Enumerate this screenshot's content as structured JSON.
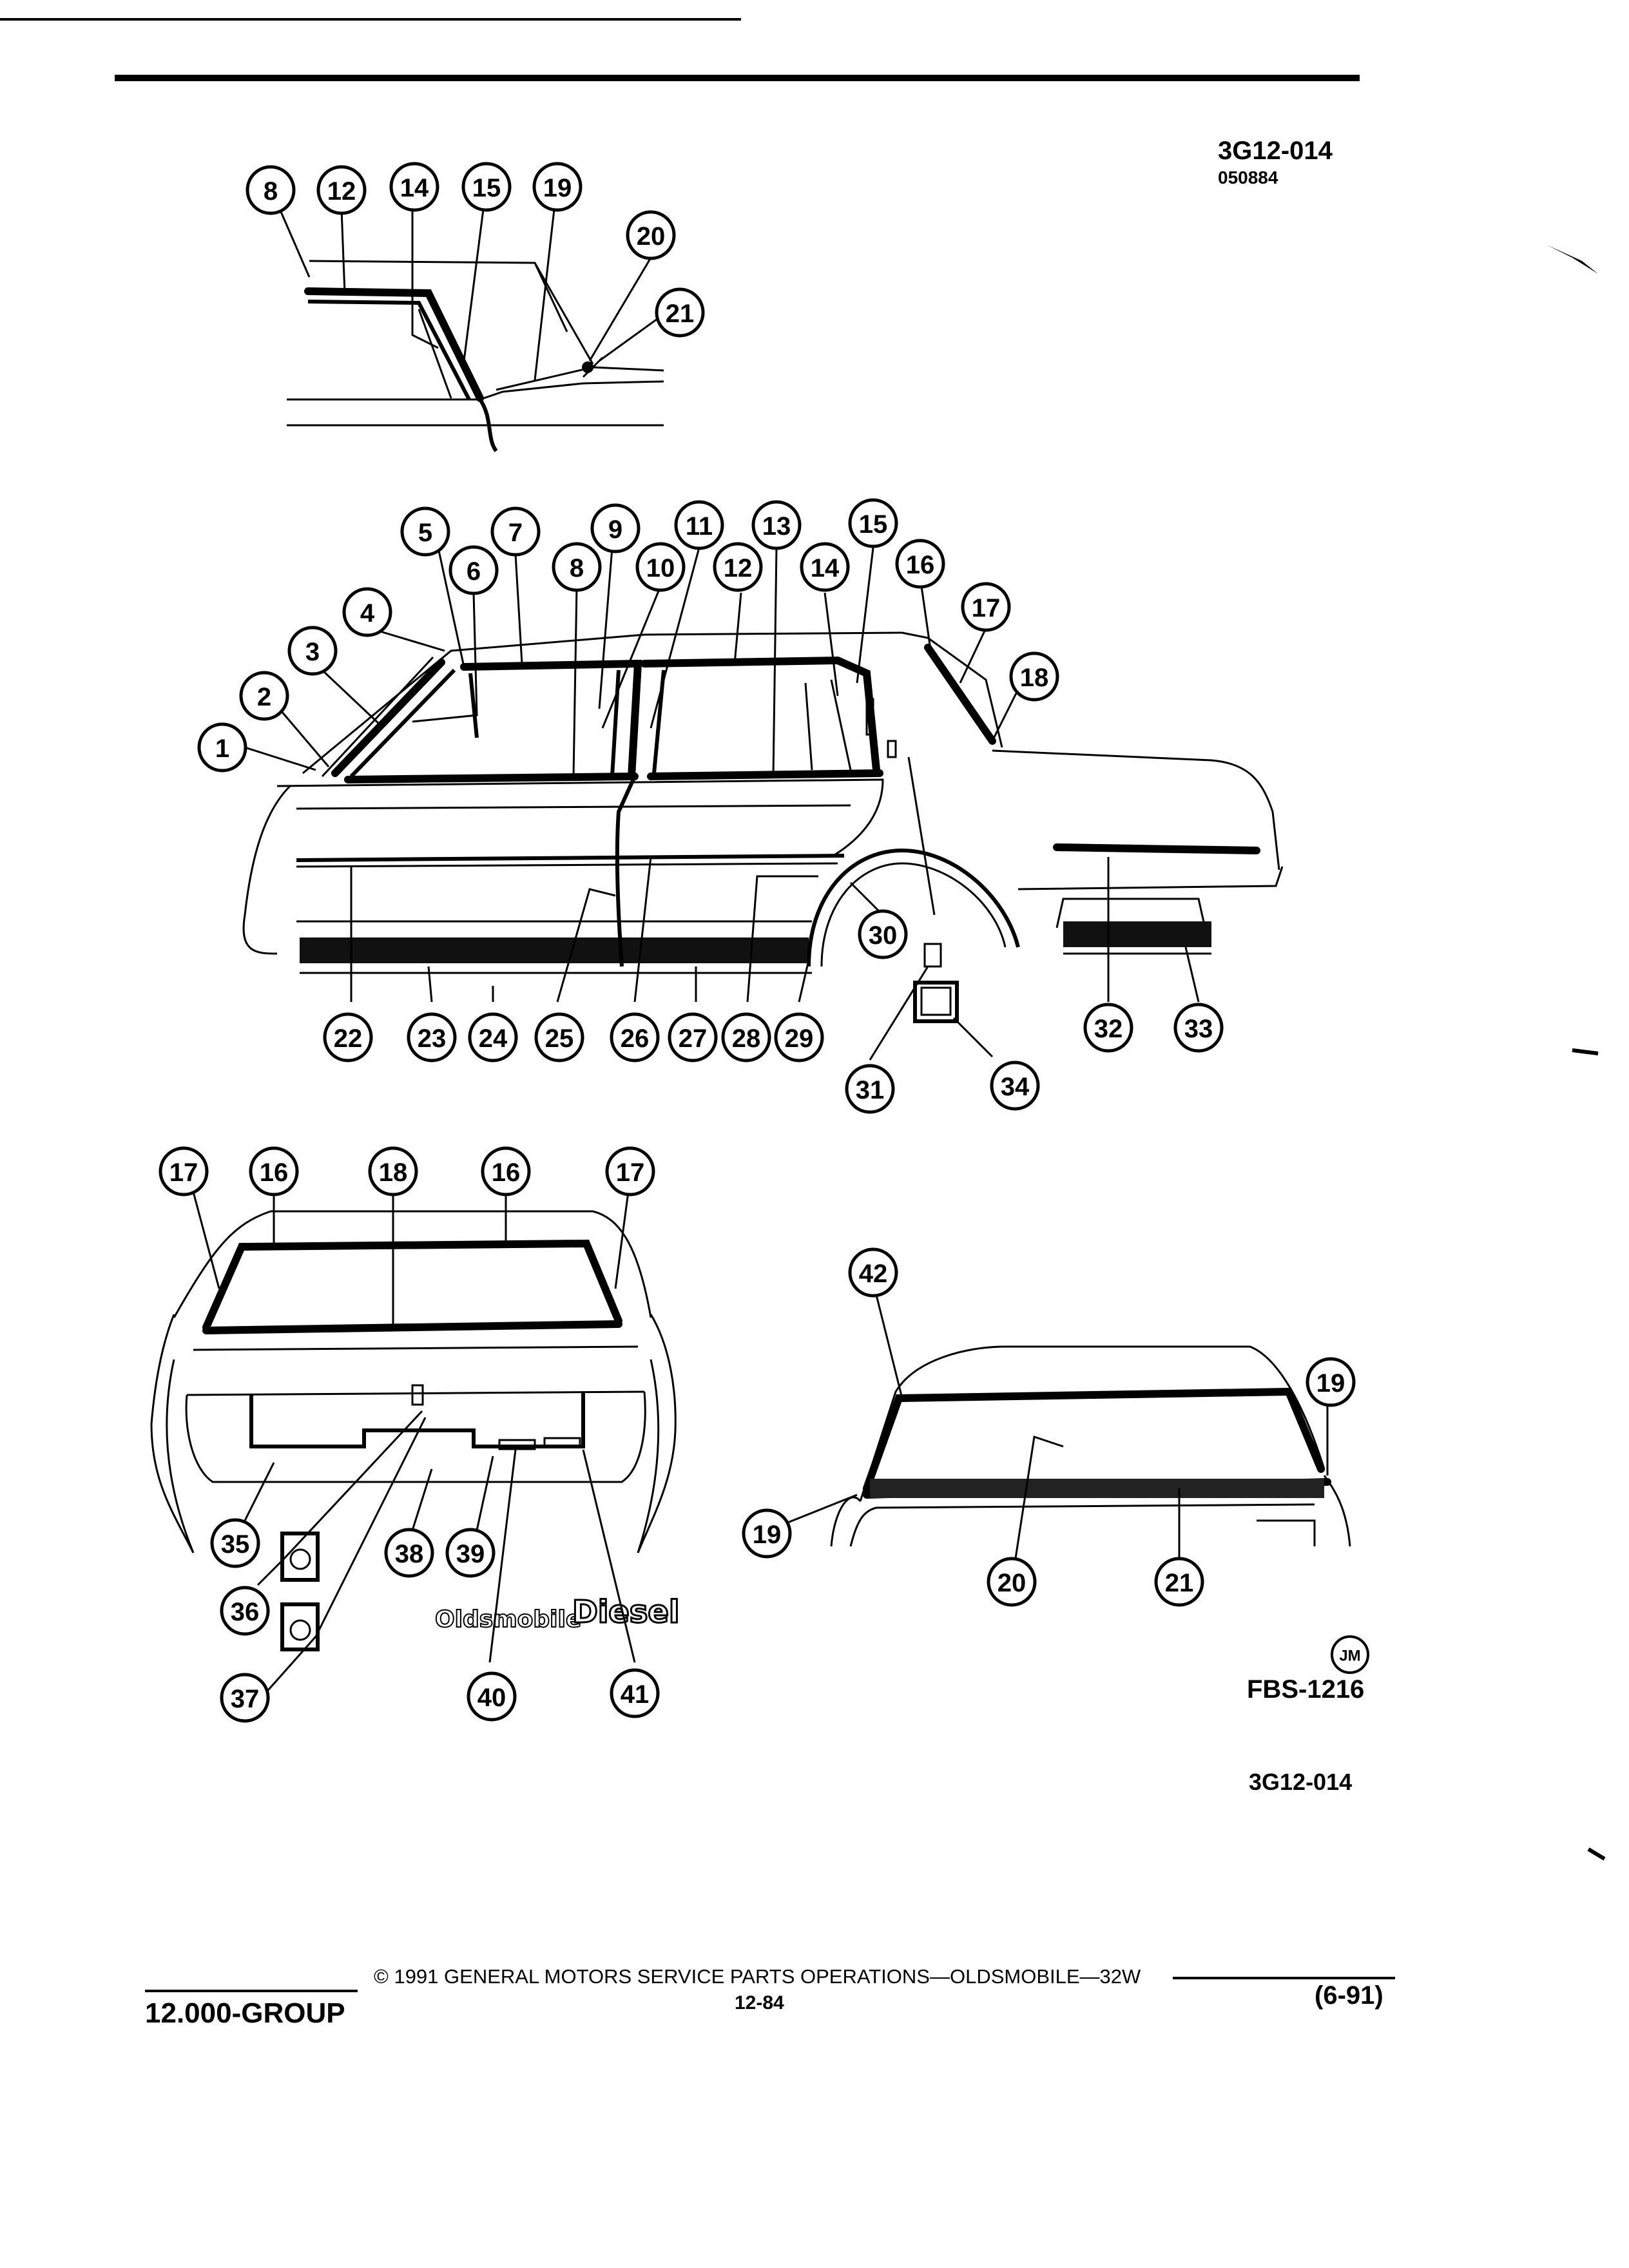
{
  "header": {
    "doc_code": "3G12-014",
    "doc_date": "050884"
  },
  "figure": {
    "fbs_code": "FBS-1216",
    "jm_mark": "JM",
    "figure_code": "3G12-014",
    "badges": {
      "oldsmobile": "Oldsmobile",
      "diesel": "Diesel"
    }
  },
  "callouts": {
    "detail_roof": [
      "8",
      "12",
      "14",
      "15",
      "19",
      "20",
      "21"
    ],
    "side_view": [
      "1",
      "2",
      "3",
      "4",
      "5",
      "6",
      "7",
      "8",
      "9",
      "10",
      "11",
      "12",
      "13",
      "14",
      "15",
      "16",
      "17",
      "18",
      "22",
      "23",
      "24",
      "25",
      "26",
      "27",
      "28",
      "29",
      "30",
      "31",
      "32",
      "33",
      "34"
    ],
    "rear_view": [
      "16",
      "16",
      "17",
      "17",
      "18",
      "35",
      "36",
      "37",
      "38",
      "39",
      "40",
      "41"
    ],
    "rear_glass": [
      "42",
      "19",
      "19",
      "20",
      "21"
    ]
  },
  "footer": {
    "copyright": "©  1991  GENERAL MOTORS SERVICE PARTS OPERATIONS—OLDSMOBILE—32W",
    "page": "12-84",
    "group": "12.000-GROUP",
    "revision": "(6-91)"
  }
}
